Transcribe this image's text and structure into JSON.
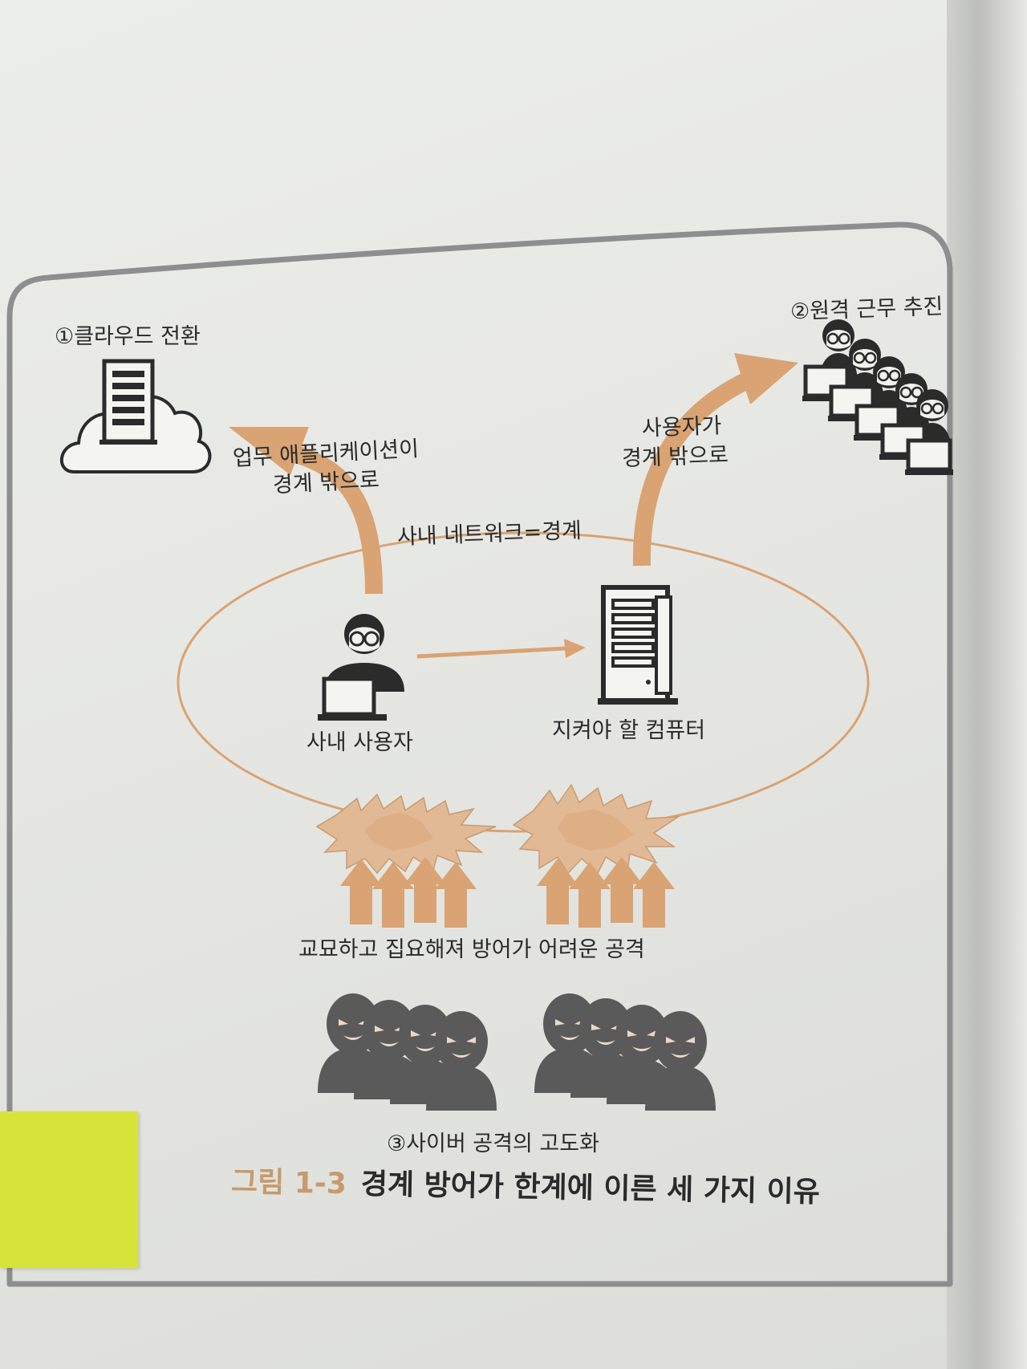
{
  "figure": {
    "caption_number": "그림 1-3",
    "caption_title": "경계 방어가 한계에 이른 세 가지 이유"
  },
  "reasons": {
    "cloud": "①클라우드 전환",
    "remote_work": "②원격 근무 추진",
    "cyber_attacks": "③사이버 공격의 고도화"
  },
  "arrows": {
    "apps_outside_line1": "업무 애플리케이션이",
    "apps_outside_line2": "경계 밖으로",
    "users_outside_line1": "사용자가",
    "users_outside_line2": "경계 밖으로"
  },
  "boundary": {
    "label": "사내 네트워크=경계",
    "internal_user": "사내 사용자",
    "protected_computer": "지켜야 할 컴퓨터"
  },
  "attacks": {
    "label": "교묘하고 집요해져 방어가 어려운 공격"
  },
  "colors": {
    "accent": "#d9a373",
    "figure_dark": "#2b2b2b",
    "attacker_gray": "#5a5a5a",
    "panel_border": "#8e8e8e",
    "sticky_note": "#d6e43a"
  },
  "icons": [
    "cloud-server-icon",
    "remote-workers-icon",
    "internal-user-icon",
    "server-icon",
    "burst-icon",
    "attacker-group-icon",
    "sticky-note"
  ]
}
